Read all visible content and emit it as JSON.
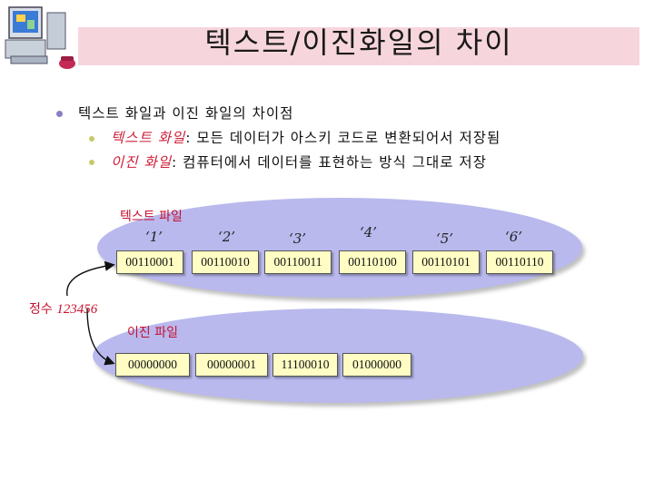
{
  "slide": {
    "title": "텍스트/이진화일의 차이",
    "bullets": {
      "main": "텍스트 화일과 이진 화일의 차이점",
      "text_term": "텍스트 화일",
      "text_desc": ": 모든 데이터가 아스키 코드로 변환되어서 저장됨",
      "binary_term": "이진 화일",
      "binary_desc": ": 컴퓨터에서 데이터를 표현하는 방식 그대로 저장"
    }
  },
  "diagram": {
    "text_label": "텍스트 파일",
    "binary_label": "이진 파일",
    "integer_prefix": "정수 ",
    "integer_value": "123456",
    "chars": [
      "‘1’",
      "‘2’",
      "‘3’",
      "‘4’",
      "‘5’",
      "‘6’"
    ],
    "text_bytes": [
      "00110001",
      "00110010",
      "00110011",
      "00110100",
      "00110101",
      "00110110"
    ],
    "binary_bytes": [
      "00000000",
      "00000001",
      "11100010",
      "01000000"
    ]
  },
  "colors": {
    "title_band": "#f6d6dc",
    "ellipse": "#b9b9ee",
    "cell": "#fffdc4",
    "accent_red": "#d0203a"
  },
  "icons": [
    "computer-icon",
    "telephone-icon"
  ]
}
